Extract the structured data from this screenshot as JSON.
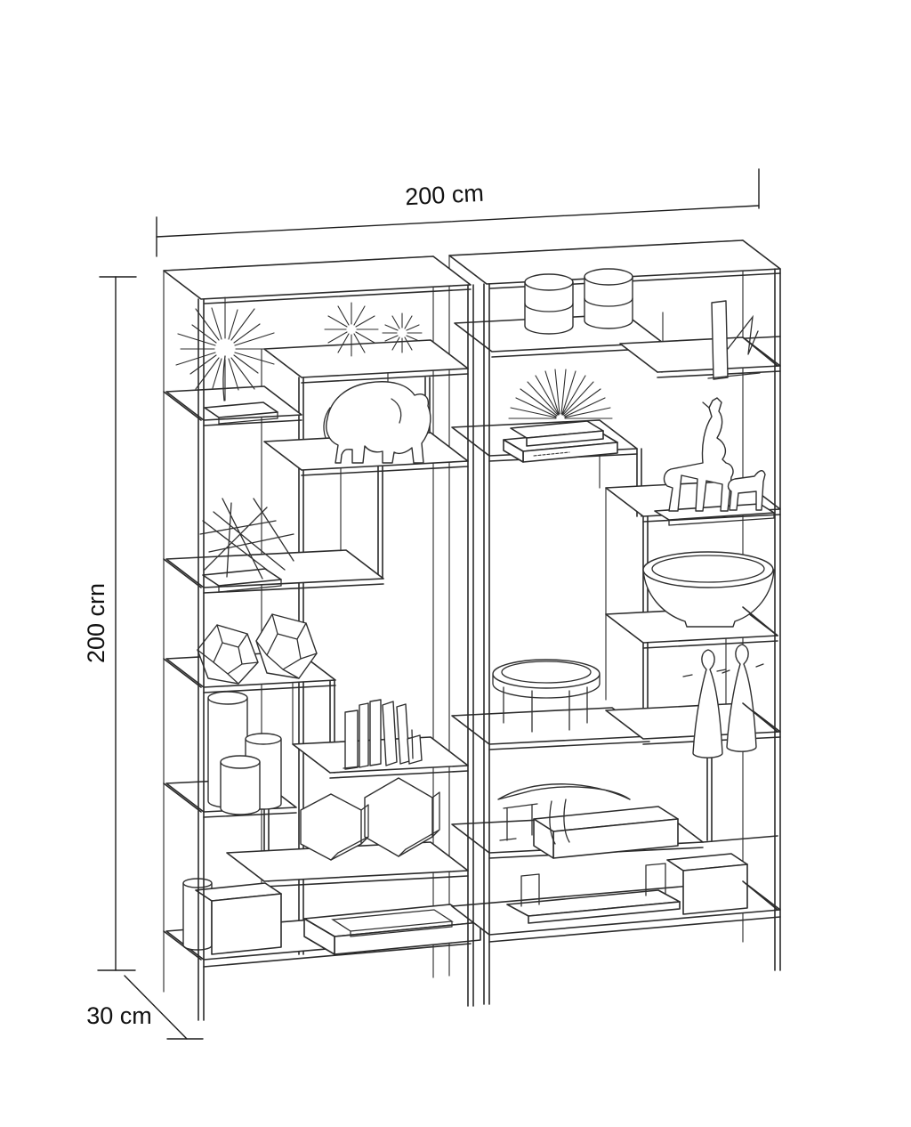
{
  "figure": {
    "type": "isometric furniture dimension drawing",
    "subject": "two-bay open etagere shelving unit with staggered shelves and decorative objects"
  },
  "dimensions": {
    "width_label": "200 cm",
    "height_label": "200 crn",
    "depth_label": "30 cm"
  },
  "colors": {
    "background": "#ffffff",
    "line": "#2b2b2b",
    "text": "#111111"
  },
  "decor_items": [
    "starburst ornament on stand",
    "spiky star ornaments",
    "elephant figurine",
    "abstract wire sculpture on base",
    "faceted gem objects",
    "pillar candles",
    "books with bookends",
    "hexagonal gem sculptures",
    "storage cylinder",
    "storage box",
    "recessed tray",
    "round lidded boxes",
    "metal bookend sculpture",
    "stacked books with air plant",
    "giraffe and horse figurines",
    "decorative bowl",
    "round wire tray",
    "conical bottles with ball stoppers",
    "curved horn sculpture on long box",
    "miniature bench",
    "tray with handles",
    "small gift box"
  ]
}
